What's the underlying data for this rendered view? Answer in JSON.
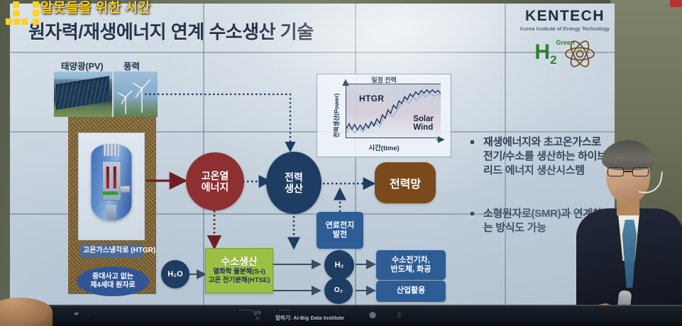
{
  "broadcast": {
    "caption": "알못들을 위한 시간",
    "caption_color": "#ffd31f"
  },
  "slide": {
    "title": "원자력/재생에너지 연계 수소생산 기술",
    "logo": {
      "brand": "KENTECH",
      "subtitle": "Korea Institute of Energy Technology",
      "h2_symbol": "H",
      "h2_subscript": "2",
      "h2_tag": "Green",
      "atom_icon": "atom-icon"
    },
    "renewables": [
      {
        "label": "태양광(PV)",
        "icon": "solar-panel-photo"
      },
      {
        "label": "풍력",
        "icon": "wind-turbine-photo"
      }
    ],
    "reactor": {
      "image_name": "htgr-reactor-cutaway",
      "caption_line1": "고온가스냉각로",
      "caption_line2": "(HTGR)",
      "oval_line1": "중대사고 없는",
      "oval_line2": "제4세대 원자로"
    },
    "chart_data": {
      "type": "area",
      "title": "일정 전력",
      "xlabel": "시간(time)",
      "ylabel": "전력생산(Power)",
      "grid": false,
      "legend_position": "inside",
      "annotations": [
        {
          "text": "일정 전력",
          "position": "top-center"
        },
        {
          "text": "HTGR",
          "position": "upper-left"
        },
        {
          "text": "Solar\nWind",
          "position": "lower-right"
        }
      ],
      "series": [
        {
          "name": "Solar Wind",
          "style": "oscillating-s-curve",
          "description": "Variable renewable output rising from low to high across the day with high-frequency oscillation",
          "x": [
            0,
            5,
            10,
            15,
            20,
            25,
            30,
            35,
            40,
            45,
            50,
            55,
            60,
            65,
            70,
            75,
            80,
            85,
            90,
            95,
            100
          ],
          "values": [
            18,
            17,
            19,
            18,
            20,
            22,
            26,
            33,
            42,
            52,
            60,
            68,
            75,
            80,
            84,
            86,
            88,
            87,
            86,
            85,
            84
          ]
        },
        {
          "name": "HTGR",
          "style": "fill-to-constant",
          "description": "High temperature gas reactor fills the gap up to the constant total power line",
          "x": [
            0,
            5,
            10,
            15,
            20,
            25,
            30,
            35,
            40,
            45,
            50,
            55,
            60,
            65,
            70,
            75,
            80,
            85,
            90,
            95,
            100
          ],
          "values": [
            82,
            83,
            81,
            82,
            80,
            78,
            74,
            67,
            58,
            48,
            40,
            32,
            25,
            20,
            16,
            14,
            12,
            13,
            14,
            15,
            16
          ]
        }
      ],
      "constant_total": 100,
      "ylim": [
        0,
        100
      ],
      "xlim": [
        0,
        100
      ]
    },
    "flow": {
      "heat": {
        "label_line1": "고온열",
        "label_line2": "에너지",
        "color": "#8e2f32"
      },
      "power": {
        "label_line1": "전력",
        "label_line2": "생산",
        "color": "#1f3d63"
      },
      "grid_node": {
        "label": "전력망",
        "color": "#7a4a1c"
      },
      "fuelcell": {
        "label_line1": "연료전지",
        "label_line2": "발전",
        "color": "#2e5d96"
      },
      "water": {
        "label": "H₂O",
        "color": "#1f3d63"
      },
      "hydrogen_plant": {
        "title": "수소생산",
        "sub_line1": "열화학 물분해(S-I)",
        "sub_line2": "고온 전기분해(HTSE)",
        "color": "#9cbf45"
      },
      "h2": {
        "label": "H₂",
        "color": "#1f3d63"
      },
      "o2": {
        "label": "O₂",
        "color": "#1f3d63"
      },
      "h2_use": {
        "line1": "수소전기차,",
        "line2": "반도체, 화공",
        "color": "#2e5d96"
      },
      "o2_use": {
        "line1": "산업활용",
        "color": "#2e5d96"
      }
    },
    "bullets": [
      "재생에너지와 초고온가스로 전기/수소를 생산하는 하이브리드 에너지 생산시스템",
      "소형원자로(SMR)과 연계하는 방식도 가능"
    ]
  },
  "desk": {
    "institute_label": "말하기: AI-Big Data Institute",
    "small_label": "말하\n기"
  }
}
